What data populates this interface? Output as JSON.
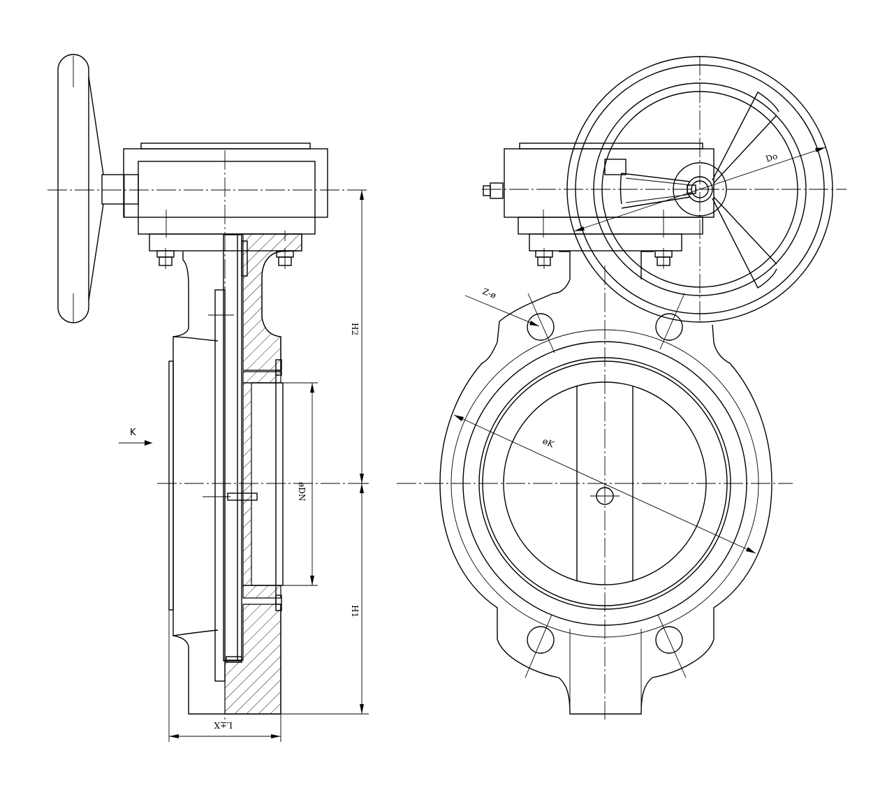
{
  "labels": {
    "view_arrow": "K",
    "dim_h2": "H2",
    "dim_h1": "H1",
    "dim_bore": "øDN",
    "dim_length": "L±X",
    "dim_bolt_holes": "Z-ø",
    "dim_bolt_circle": "øK",
    "dim_handwheel": "Do"
  }
}
